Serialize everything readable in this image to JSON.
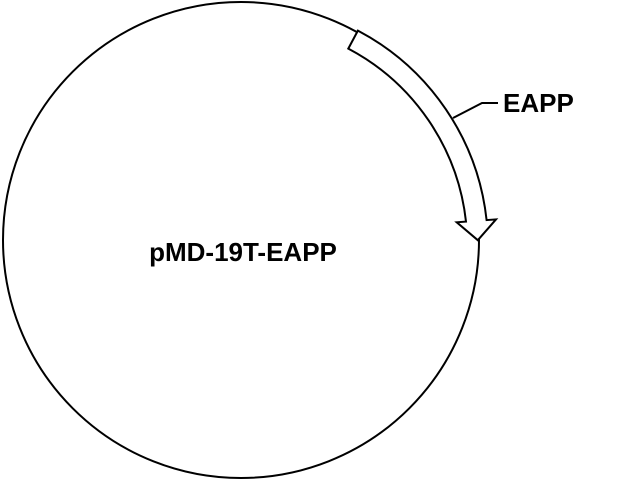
{
  "plasmid": {
    "name": "pMD-19T-EAPP"
  },
  "features": [
    {
      "label": "EAPP",
      "direction": "clockwise"
    }
  ],
  "colors": {
    "stroke": "#000000",
    "fill": "#ffffff",
    "text": "#000000"
  }
}
